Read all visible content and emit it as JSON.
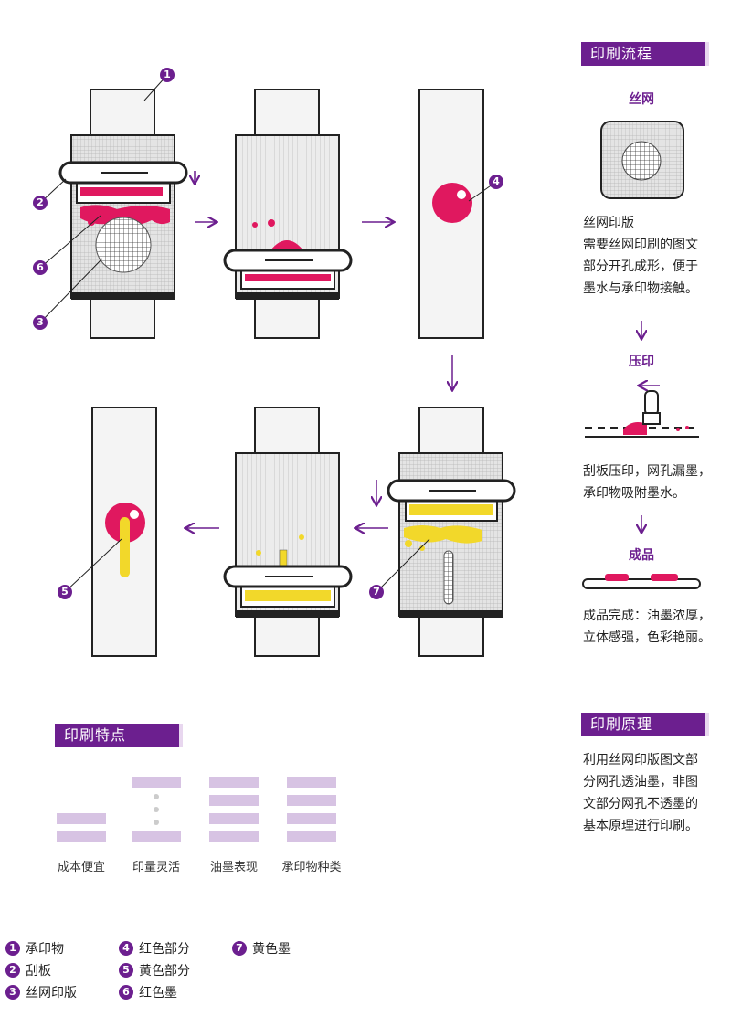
{
  "sections": {
    "process_title": "印刷流程",
    "principle_title": "印刷原理",
    "features_title": "印刷特点"
  },
  "process": {
    "step1_title": "丝网",
    "step1_text": [
      "丝网印版",
      "需要丝网印刷的图文",
      "部分开孔成形，便于",
      "墨水与承印物接触。"
    ],
    "step2_title": "压印",
    "step2_text": [
      "刮板压印，网孔漏墨，",
      "承印物吸附墨水。"
    ],
    "step3_title": "成品",
    "step3_text": [
      "成品完成：油墨浓厚，",
      "立体感强，色彩艳丽。"
    ]
  },
  "principle": {
    "text": [
      "利用丝网印版图文部",
      "分网孔透油墨，非图",
      "文部分网孔不透墨的",
      "基本原理进行印刷。"
    ]
  },
  "features": {
    "labels": [
      "成本便宜",
      "印量灵活",
      "油墨表现",
      "承印物种类"
    ]
  },
  "callouts": [
    "1",
    "2",
    "3",
    "4",
    "5",
    "6",
    "7"
  ],
  "legend": [
    {
      "num": "1",
      "label": "承印物"
    },
    {
      "num": "2",
      "label": "刮板"
    },
    {
      "num": "3",
      "label": "丝网印版"
    },
    {
      "num": "4",
      "label": "红色部分"
    },
    {
      "num": "5",
      "label": "黄色部分"
    },
    {
      "num": "6",
      "label": "红色墨"
    },
    {
      "num": "7",
      "label": "黄色墨"
    }
  ],
  "colors": {
    "purple": "#6c1f8f",
    "magenta": "#e0185f",
    "yellow": "#f2d82a",
    "lavender": "#d7c3e3"
  }
}
